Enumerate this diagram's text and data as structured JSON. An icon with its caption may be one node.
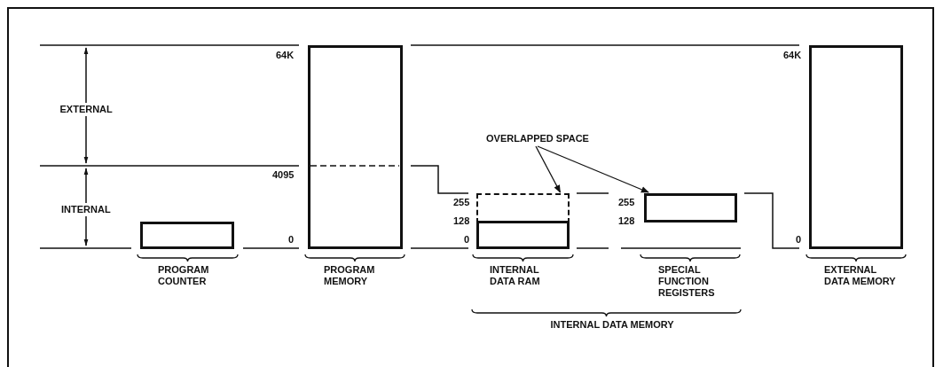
{
  "diagram": {
    "nodes": [
      {
        "text": [],
        "shape": "box",
        "beside": [
          "PROGRAM COUNTER"
        ]
      },
      {
        "text": [],
        "shape": "box",
        "beside": [
          "PROGRAM MEMORY"
        ]
      },
      {
        "text": [
          "OVERLAPPED SPACE"
        ]
      },
      {
        "text": [],
        "shape": "box"
      },
      {
        "text": [],
        "shape": "box",
        "beside": [
          "INTERNAL DATA RAM"
        ]
      },
      {
        "text": [],
        "shape": "box"
      },
      {
        "text": [],
        "shape": "box",
        "beside": [
          "EXTERNAL DATA MEMORY"
        ]
      }
    ],
    "edges": [
      {
        "from": 2,
        "to": 3,
        "arrow": "to"
      },
      {
        "from": 2,
        "to": 5,
        "arrow": "to"
      }
    ],
    "labels": [
      "64K",
      "64K",
      "EXTERNAL",
      "4095",
      "INTERNAL",
      "255",
      "255",
      "128",
      "128",
      "0",
      "0",
      "0",
      "SPECIAL FUNCTION REGISTERS",
      "INTERNAL DATA MEMORY"
    ]
  }
}
